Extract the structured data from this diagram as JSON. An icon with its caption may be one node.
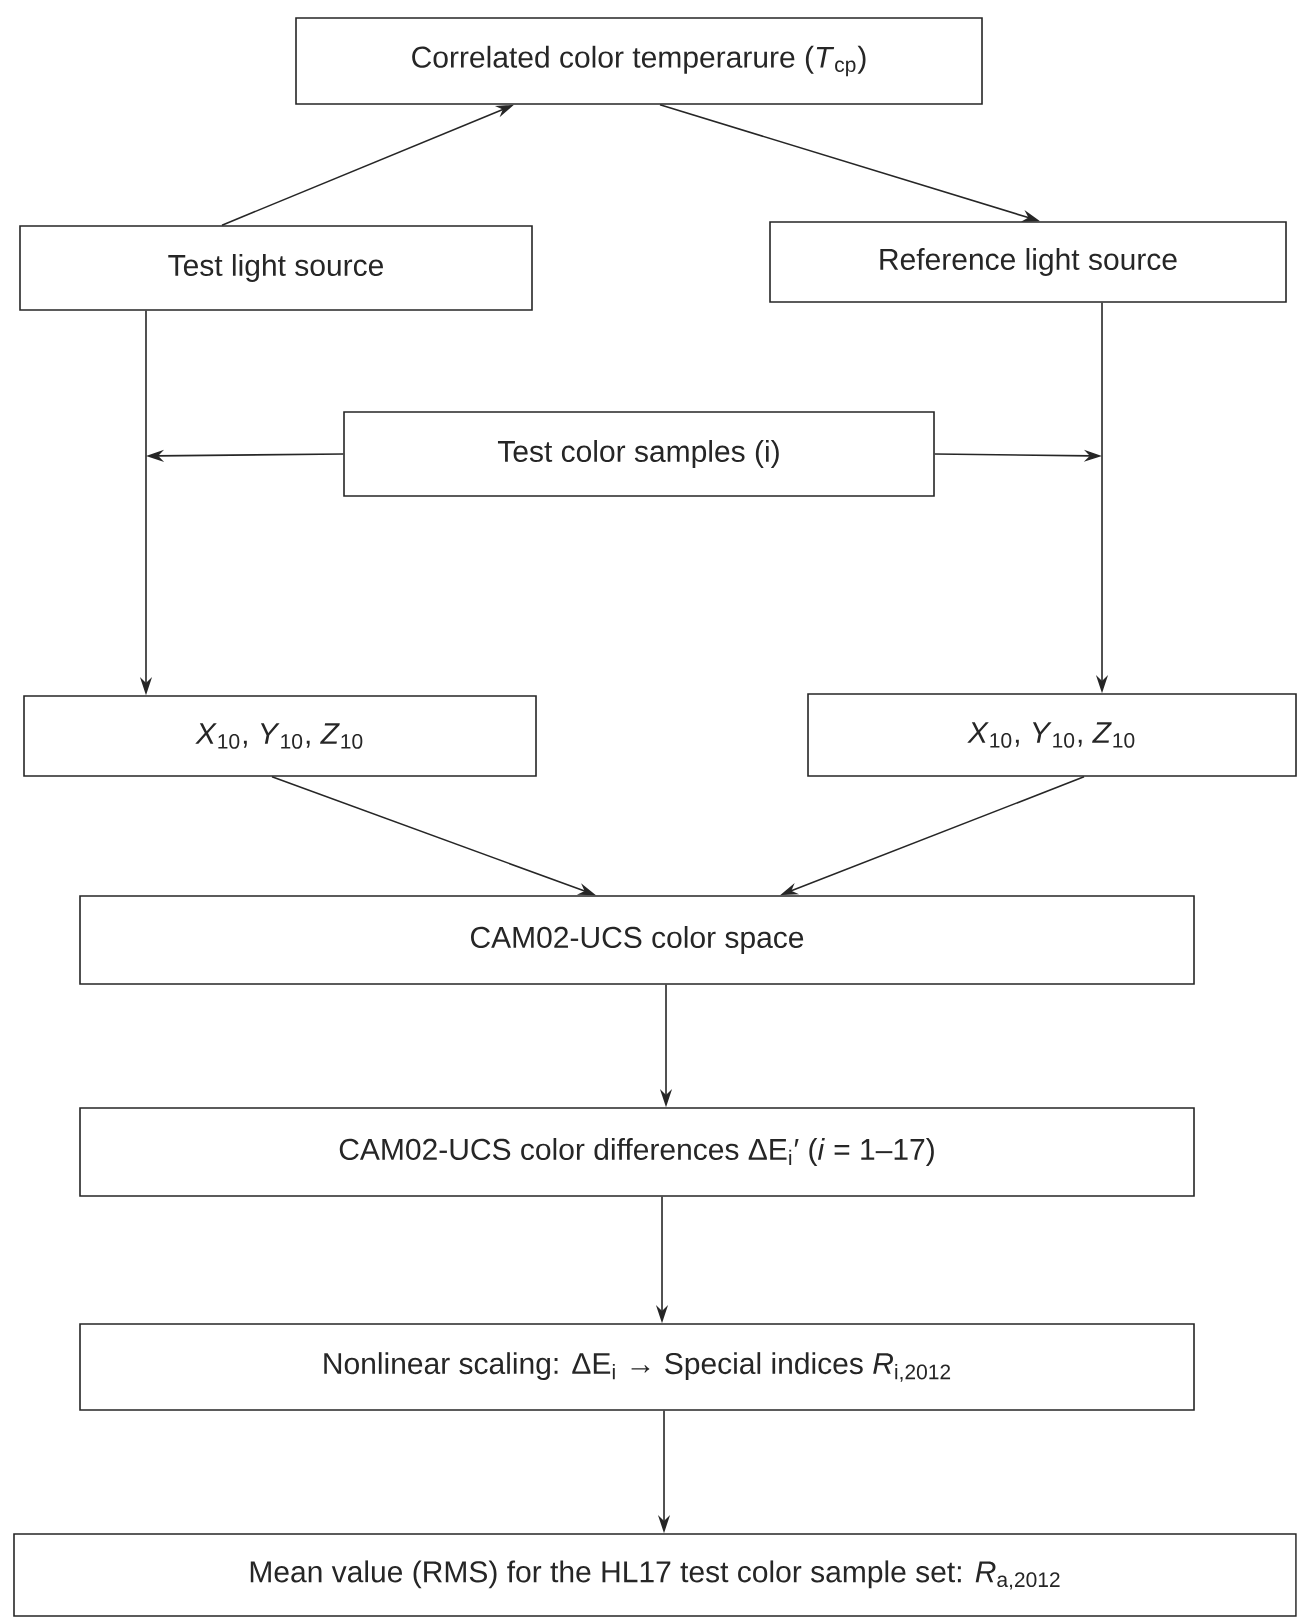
{
  "diagram": {
    "nodes": [
      {
        "text": [
          "Correlated color temperarure (*T*$_{cp}$)"
        ]
      },
      {
        "text": [
          "Test light source"
        ]
      },
      {
        "text": [
          "Reference light source"
        ]
      },
      {
        "text": [
          "Test color samples (i)"
        ]
      },
      {
        "text": [
          "*X*$_{10}$, *Y*$_{10}$, *Z*$_{10}$"
        ]
      },
      {
        "text": [
          "*X*$_{10}$, *Y*$_{10}$, *Z*$_{10}$"
        ]
      },
      {
        "text": [
          "CAM02-UCS color space"
        ]
      },
      {
        "text": [
          "CAM02-UCS color differences ΔE$_{i}$′ (*i* = 1–17)"
        ]
      },
      {
        "text": [
          "Nonlinear scaling: ΔE$_{i}$ → Special indices *R*$_{i,2012}$"
        ]
      },
      {
        "text": [
          "Mean value (RMS) for the HL17 test color sample set:  *R*$_{a,2012}$"
        ]
      }
    ],
    "edges": [
      {
        "from": 1,
        "to": 0,
        "arrow": "to"
      },
      {
        "from": 0,
        "to": 2,
        "arrow": "to"
      },
      {
        "from": 1,
        "to": 4,
        "arrow": "to"
      },
      {
        "from": 2,
        "to": 5,
        "arrow": "to"
      },
      {
        "from": 3,
        "to": null,
        "arrow": "to"
      },
      {
        "from": 3,
        "to": null,
        "arrow": "to"
      },
      {
        "from": 4,
        "to": 6,
        "arrow": "to"
      },
      {
        "from": 5,
        "to": 6,
        "arrow": "to"
      },
      {
        "from": 6,
        "to": 7,
        "arrow": "to"
      },
      {
        "from": 7,
        "to": 8,
        "arrow": "to"
      },
      {
        "from": 8,
        "to": 9,
        "arrow": "to"
      }
    ]
  }
}
